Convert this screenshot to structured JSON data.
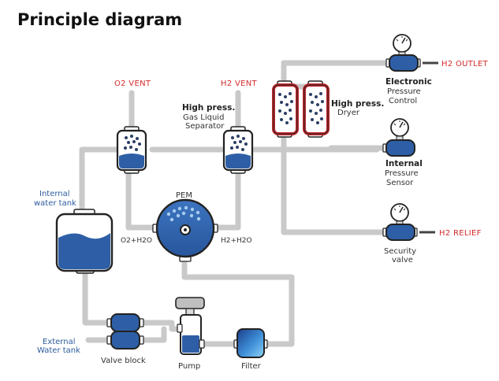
{
  "title": "Principle diagram",
  "labels": {
    "o2_vent": "O2 VENT",
    "h2_vent": "H2 VENT",
    "h2_outlet": "H2 OUTLET",
    "h2_relief": "H2 RELIEF",
    "separator_bold": "High press.",
    "separator_line1": "Gas Liquid",
    "separator_line2": "Separator",
    "dryer_bold": "High press.",
    "dryer_line1": "Dryer",
    "epc_bold": "Electronic",
    "epc_line1": "Pressure",
    "epc_line2": "Control",
    "ips_bold": "Internal",
    "ips_line1": "Pressure",
    "ips_line2": "Sensor",
    "sv_line1": "Security",
    "sv_line2": "valve",
    "internal_tank_line1": "Internal",
    "internal_tank_line2": "water tank",
    "external_tank_line1": "External",
    "external_tank_line2": "Water tank",
    "pem": "PEM",
    "o2_h2o": "O2+H2O",
    "h2_h2o": "H2+H2O",
    "valve_block": "Valve block",
    "pump": "Pump",
    "filter": "Filter"
  },
  "colors": {
    "pipe": "#c9c9c9",
    "water": "#2e5fa6",
    "outline": "#222222",
    "vent_red": "#d62b2b",
    "tank_blue": "#2c5c9c"
  }
}
